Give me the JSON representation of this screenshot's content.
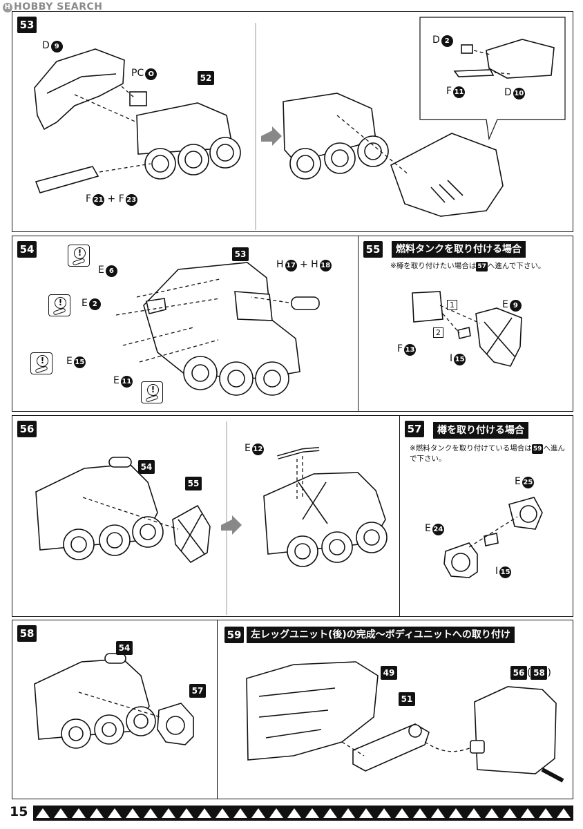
{
  "watermark": {
    "logo": "H",
    "text": "HOBBY SEARCH"
  },
  "page_number": "15",
  "steps": {
    "s53": {
      "num": "53",
      "labels": {
        "d9": "D",
        "pc": "PC",
        "f21": "F",
        "plus": "+",
        "f23": "F",
        "d2": "D",
        "f11": "F",
        "d10": "D"
      },
      "parts": {
        "d9": "9",
        "pc": "O",
        "f21": "21",
        "f23": "23",
        "d2": "2",
        "f11": "11",
        "d10": "10"
      },
      "ref52": "52"
    },
    "s54": {
      "num": "54",
      "labels": {
        "e6": "E",
        "e2": "E",
        "e15": "E",
        "e11": "E",
        "h17": "H",
        "plus": "+",
        "h18": "H"
      },
      "parts": {
        "e6": "6",
        "e2": "2",
        "e15": "15",
        "e11": "11",
        "h17": "17",
        "h18": "18"
      },
      "warn_mark": "!",
      "ref53": "53"
    },
    "s55": {
      "num": "55",
      "title": "燃料タンクを取り付ける場合",
      "note_prefix": "※樽を取り付けたい場合は",
      "note_ref": "57",
      "note_suffix": "へ進んで下さい。",
      "labels": {
        "e9": "E",
        "f13": "F",
        "i15": "I"
      },
      "parts": {
        "e9": "9",
        "f13": "13",
        "i15": "15"
      },
      "order": [
        "1",
        "2"
      ]
    },
    "s56": {
      "num": "56",
      "labels": {
        "e12": "E"
      },
      "parts": {
        "e12": "12"
      },
      "ref54": "54",
      "ref55": "55"
    },
    "s57": {
      "num": "57",
      "title": "樽を取り付ける場合",
      "note_prefix": "※燃料タンクを取り付けている場合は",
      "note_ref": "59",
      "note_suffix": "へ進んで下さい。",
      "labels": {
        "e25": "E",
        "e24": "E",
        "i15": "I"
      },
      "parts": {
        "e25": "25",
        "e24": "24",
        "i15": "15"
      }
    },
    "s58": {
      "num": "58",
      "ref54": "54",
      "ref57": "57"
    },
    "s59": {
      "num": "59",
      "title": "左レッグユニット(後)の完成～ボディユニットへの取り付け",
      "ref49": "49",
      "ref51": "51",
      "ref56": "56",
      "ref58_open": "(",
      "ref58": "58",
      "ref58_close": ")"
    }
  }
}
